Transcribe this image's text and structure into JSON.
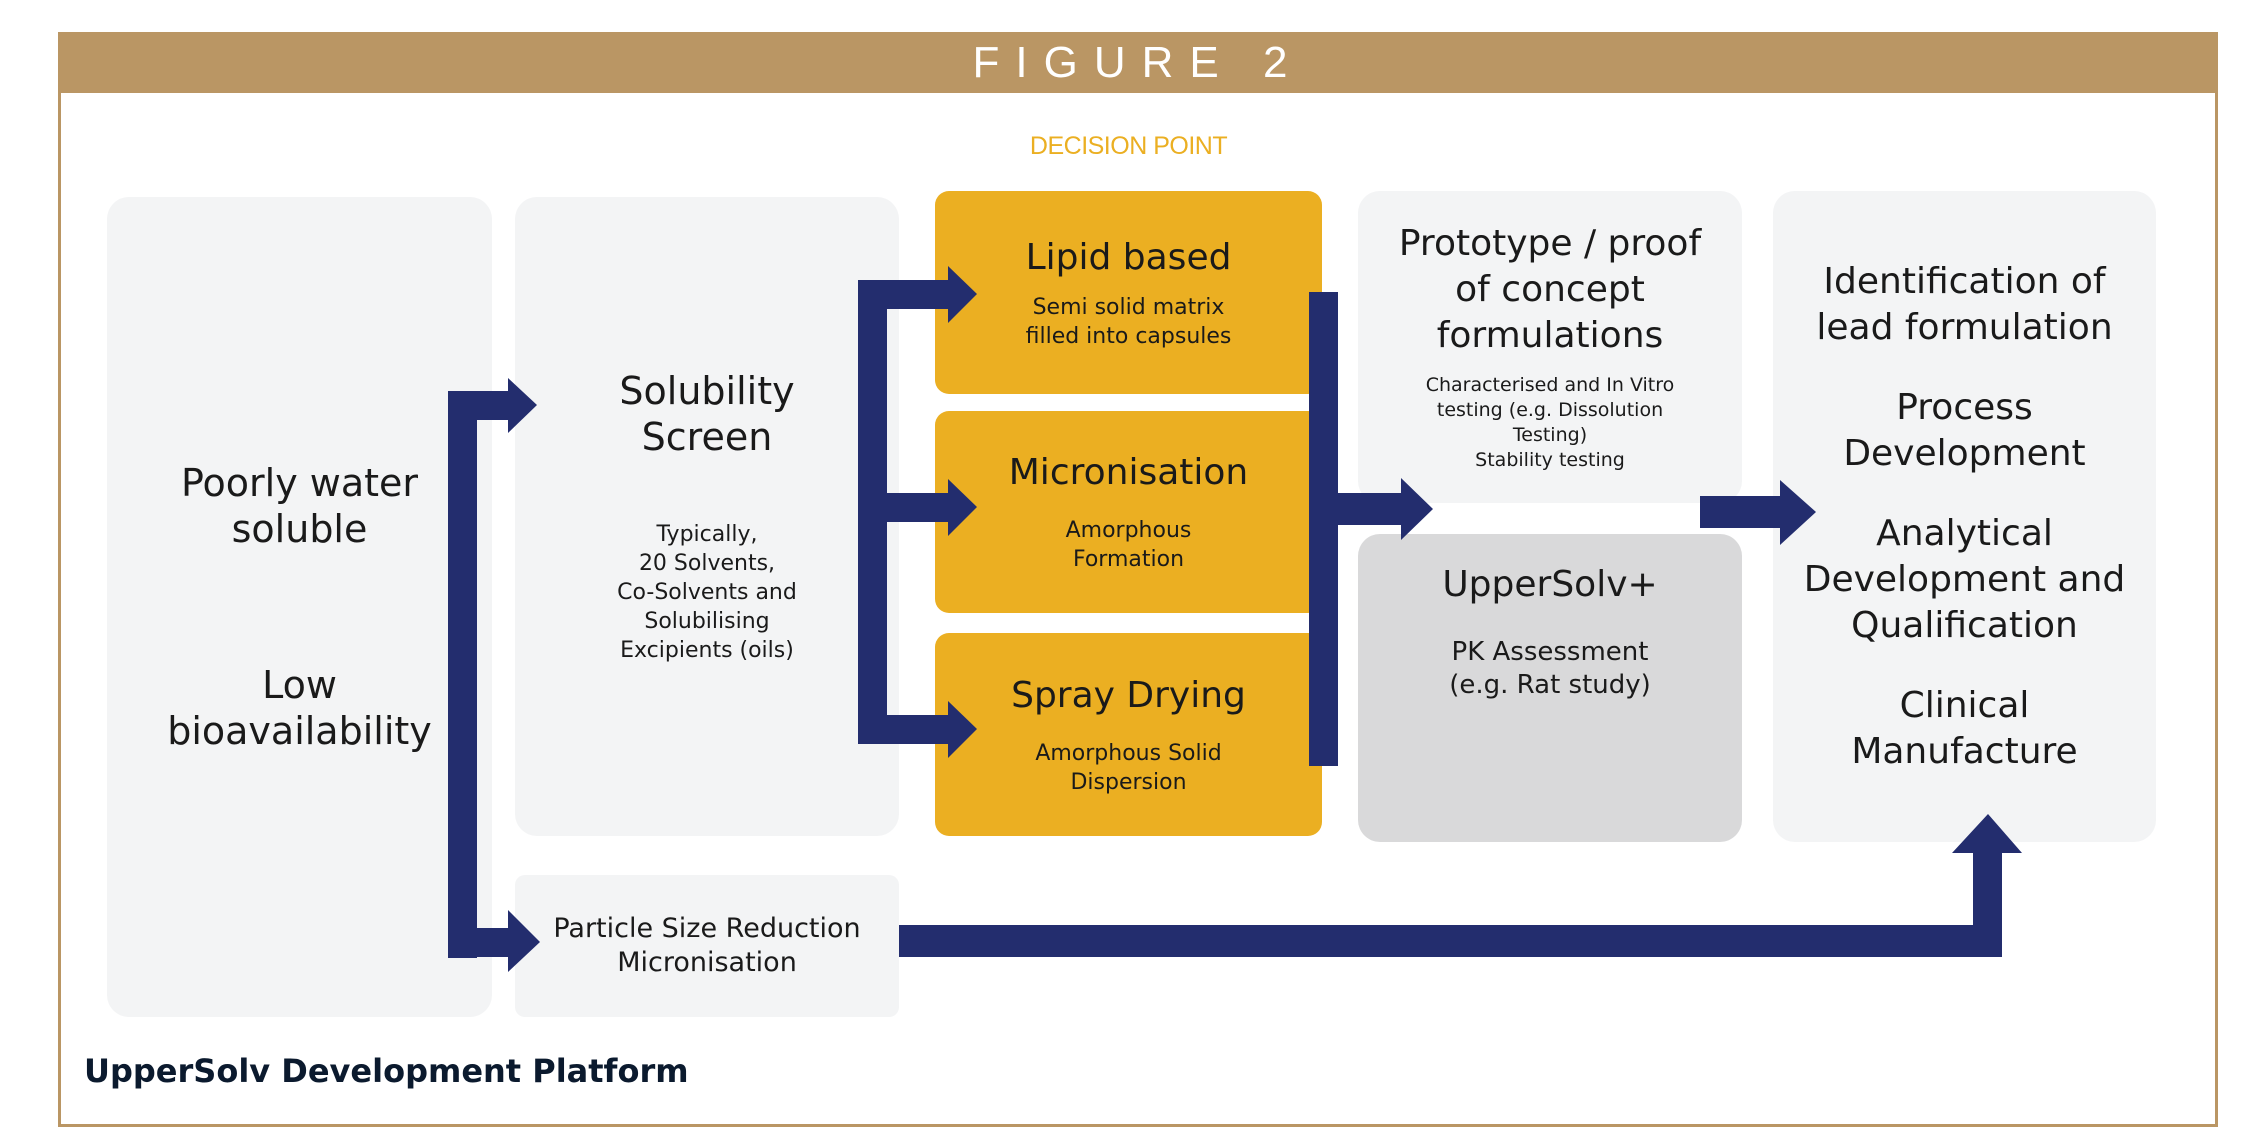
{
  "figure": {
    "header": "FIGURE 2",
    "decision_label": "DECISION POINT",
    "caption": "UpperSolv Development Platform"
  },
  "colors": {
    "header": "#BA9664",
    "arrow": "#232D6E",
    "decision": "#EBAF22",
    "box_light": "#F3F4F5",
    "box_dark": "#D9D9DA"
  },
  "nodes": {
    "problem": {
      "line1": "Poorly water soluble",
      "line2": "Low bioavailability"
    },
    "solubility": {
      "title": "Solubility Screen",
      "detail": [
        "Typically,",
        "20 Solvents,",
        "Co-Solvents and",
        "Solubilising",
        "Excipients (oils)"
      ]
    },
    "particle": {
      "title": "Particle Size Reduction",
      "detail": "Micronisation"
    },
    "lipid": {
      "title": "Lipid based",
      "detail": [
        "Semi solid matrix",
        "filled into capsules"
      ]
    },
    "micronisation": {
      "title": "Micronisation",
      "detail": [
        "Amorphous",
        "Formation"
      ]
    },
    "spray": {
      "title": "Spray Drying",
      "detail": [
        "Amorphous Solid",
        "Dispersion"
      ]
    },
    "prototype": {
      "title": [
        "Prototype / proof",
        "of concept",
        "formulations"
      ],
      "detail": [
        "Characterised and In Vitro",
        "testing (e.g. Dissolution",
        "Testing)",
        "Stability testing"
      ]
    },
    "uppersolv": {
      "title": "UpperSolv+",
      "detail": [
        "PK Assessment",
        "(e.g. Rat study)"
      ]
    },
    "outcomes": {
      "items": [
        [
          "Identification of",
          "lead formulation"
        ],
        [
          "Process",
          "Development"
        ],
        [
          "Analytical",
          "Development and",
          "Qualification"
        ],
        [
          "Clinical",
          "Manufacture"
        ]
      ]
    }
  },
  "edges": [
    {
      "from": "problem",
      "to": "solubility"
    },
    {
      "from": "problem",
      "to": "particle"
    },
    {
      "from": "solubility",
      "to": "lipid"
    },
    {
      "from": "solubility",
      "to": "micronisation"
    },
    {
      "from": "solubility",
      "to": "spray"
    },
    {
      "from": "decision-options",
      "to": "prototype+uppersolv"
    },
    {
      "from": "prototype+uppersolv",
      "to": "outcomes"
    },
    {
      "from": "particle",
      "to": "outcomes"
    }
  ]
}
